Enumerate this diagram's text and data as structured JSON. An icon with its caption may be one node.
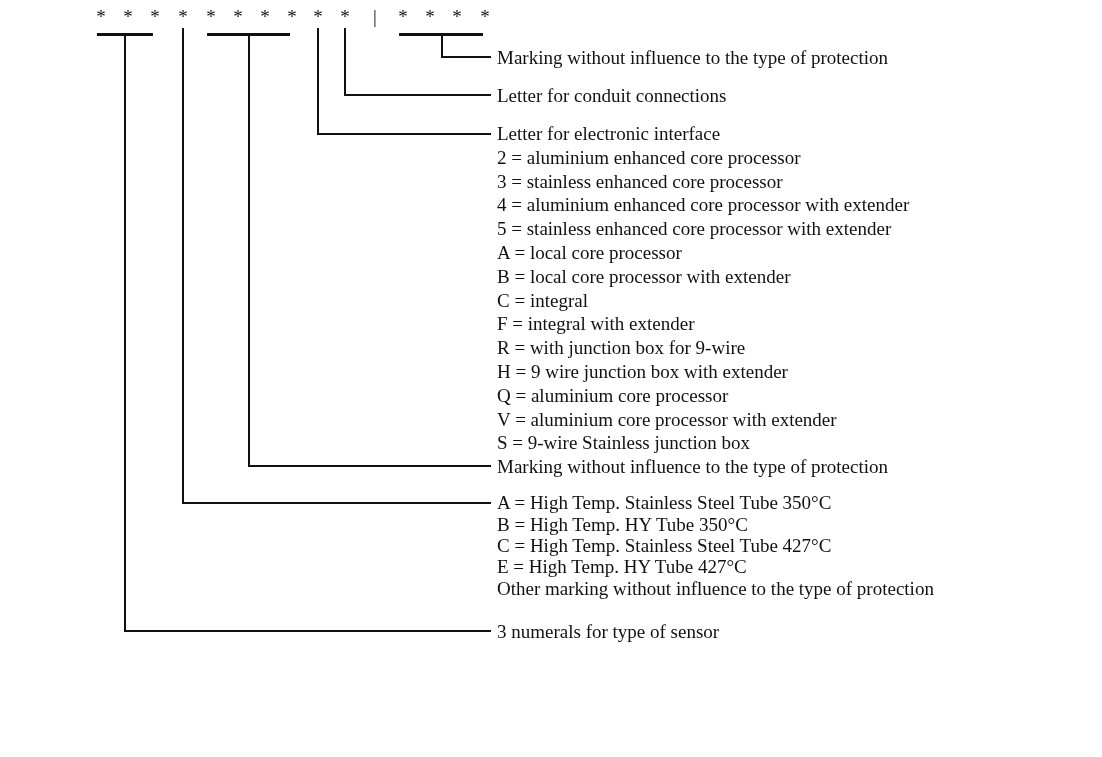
{
  "diagram": {
    "nodes": [
      {
        "text": [
          "* * * * * * * * * * | * * * *"
        ]
      },
      {
        "text": [],
        "shape": "bar"
      },
      {
        "text": [],
        "shape": "bar"
      },
      {
        "text": [],
        "shape": "bar"
      },
      {
        "text": [
          "Marking without influence to the type of protection"
        ]
      },
      {
        "text": [
          "Letter for conduit connections"
        ]
      },
      {
        "text": [
          "Letter for electronic interface",
          "2 = aluminium enhanced core processor",
          "3 = stainless enhanced core processor",
          "4 = aluminium enhanced core processor with extender",
          "5 = stainless enhanced core processor with extender",
          "A = local core processor",
          "B = local core processor with extender",
          "C = integral",
          "F = integral with extender",
          "R = with junction box for 9-wire",
          "H = 9 wire junction box with extender",
          "Q = aluminium core processor",
          "V = aluminium core processor with extender",
          "S = 9-wire Stainless junction box"
        ]
      },
      {
        "text": [
          "Marking without influence to the type of protection"
        ]
      },
      {
        "text": [
          "A = High Temp. Stainless Steel Tube 350°C",
          "B = High Temp. HY Tube 350°C",
          "C = High Temp. Stainless Steel Tube 427°C",
          "E = High Temp. HY Tube 427°C",
          "Other marking without influence to the type of protection"
        ]
      },
      {
        "text": [
          "3 numerals for type of sensor"
        ]
      }
    ],
    "edges": [
      {
        "from": 4,
        "to": 3,
        "arrow": "none"
      },
      {
        "from": 5,
        "to": 0,
        "arrow": "none"
      },
      {
        "from": 6,
        "to": 0,
        "arrow": "none"
      },
      {
        "from": 7,
        "to": 2,
        "arrow": "none"
      },
      {
        "from": 8,
        "to": 0,
        "arrow": "none"
      },
      {
        "from": 9,
        "to": 1,
        "arrow": "none"
      }
    ]
  }
}
